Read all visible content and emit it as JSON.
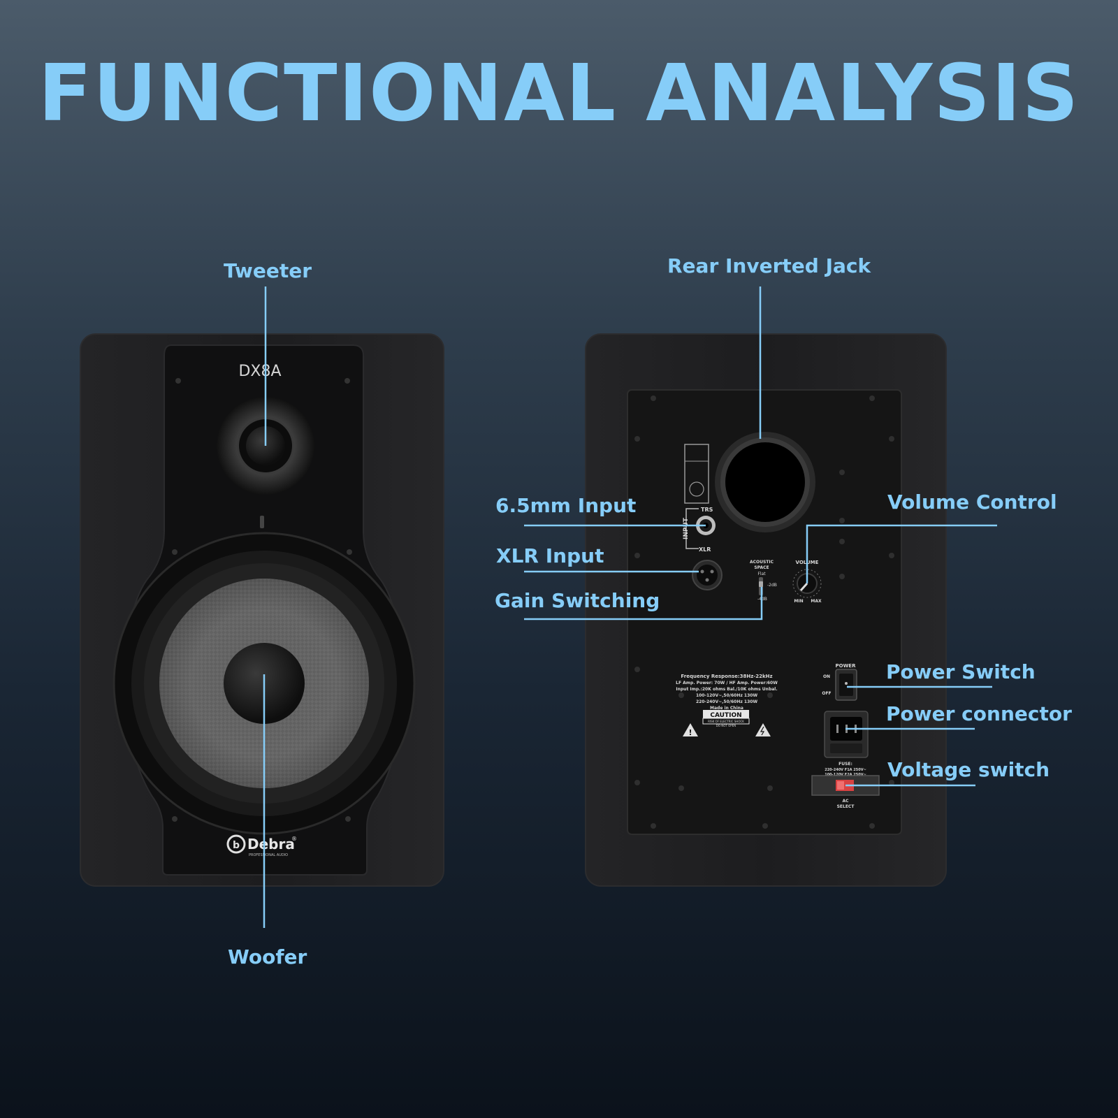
{
  "title": "FUNCTIONAL ANALYSIS",
  "front": {
    "model": "DX8A",
    "brand": "Debra",
    "brand_mark": "®",
    "brand_sub": "PROFESSIONAL AUDIO"
  },
  "labels": {
    "tweeter": "Tweeter",
    "woofer": "Woofer",
    "rear_jack": "Rear Inverted Jack",
    "input_65": "6.5mm Input",
    "xlr_input": "XLR Input",
    "gain": "Gain Switching",
    "volume": "Volume Control",
    "power_switch": "Power Switch",
    "power_connector": "Power connector",
    "voltage_switch": "Voltage switch"
  },
  "rear_panel": {
    "trs": "TRS",
    "xlr": "XLR",
    "input": "INPUT",
    "acoustic_1": "ACOUSTIC",
    "acoustic_2": "SPACE",
    "flat": "Flat",
    "minus2db": "-2dB",
    "minus4db": "-4dB",
    "volume": "VOLUME",
    "min": "MIN",
    "max": "MAX",
    "power": "POWER",
    "on": "ON",
    "off": "OFF",
    "spec1": "Frequency Response:38Hz-22kHz",
    "spec2": "LF Amp. Power: 70W / HF Amp. Power:60W",
    "spec3": "Input Imp.:20K ohms Bal./10K ohms Unbal.",
    "spec4": "100-120V~,50/60Hz 130W",
    "spec5": "220-240V~,50/60Hz 130W",
    "spec6": "Made in China",
    "caution": "CAUTION",
    "caution_sub1": "RISK OF ELECTRIC SHOCK",
    "caution_sub2": "DO NOT OPEN",
    "fuse1": "FUSE:",
    "fuse2": "220-240V F1A 250V~",
    "fuse3": "100-120V F2A 250V~",
    "ac1": "AC",
    "ac2": "SELECT"
  },
  "colors": {
    "accent": "#86cdf8",
    "speaker_body": "#1c1c1e",
    "panel": "#151515"
  }
}
